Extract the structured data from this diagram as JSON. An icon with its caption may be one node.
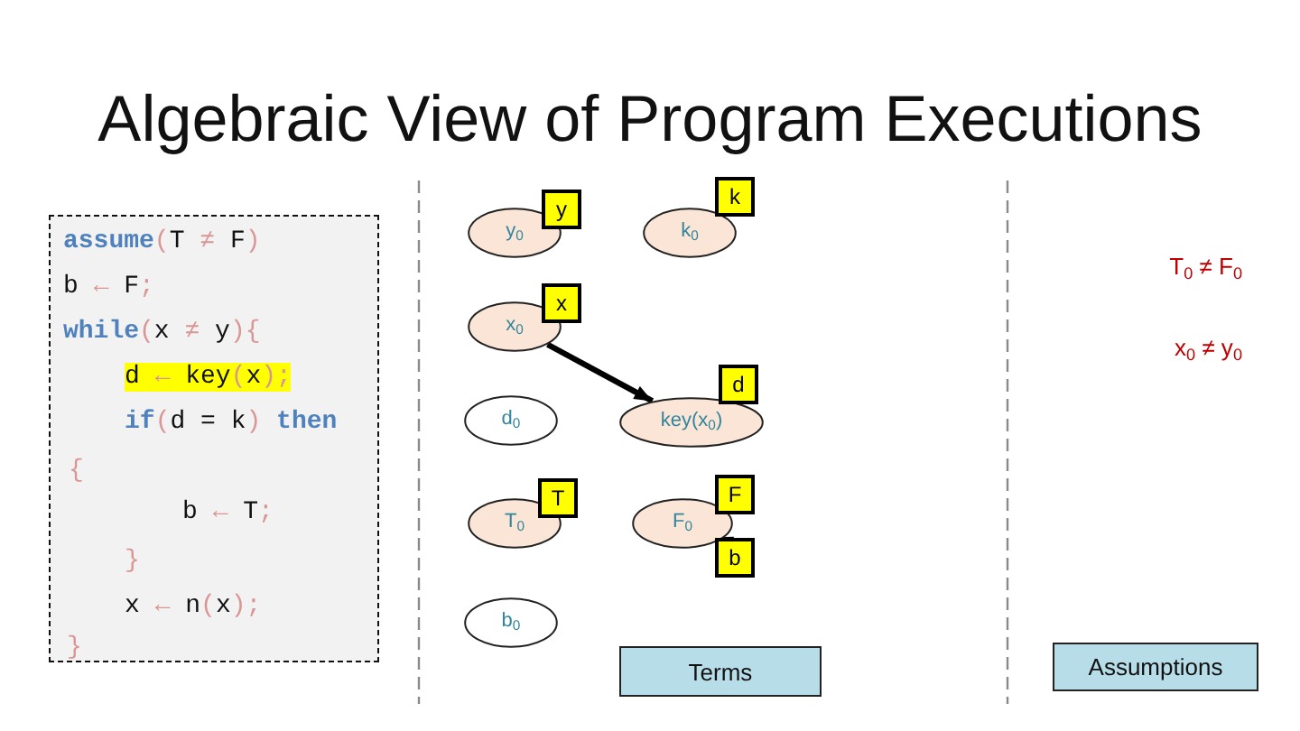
{
  "diagram": {
    "title": "Algebraic View of Program Executions",
    "nodes": [
      {
        "text": [
          "**assume**(T ≠ F)",
          "b ← F;",
          "**while**(x ≠ y){",
          "d ← key(x);",
          "**if**(d = k) **then**",
          "{",
          "b ← T;",
          "}",
          "x ← n(x);",
          "}"
        ]
      },
      {
        "text": [
          "y$_{0}$"
        ]
      },
      {
        "text": [
          "y"
        ]
      },
      {
        "text": [
          "k$_{0}$"
        ]
      },
      {
        "text": [
          "k"
        ]
      },
      {
        "text": [
          "x$_{0}$"
        ]
      },
      {
        "text": [
          "x"
        ]
      },
      {
        "text": [
          "d$_{0}$"
        ]
      },
      {
        "text": [
          "key(x$_{0}$)"
        ]
      },
      {
        "text": [
          "d"
        ]
      },
      {
        "text": [
          "T$_{0}$"
        ]
      },
      {
        "text": [
          "T"
        ]
      },
      {
        "text": [
          "F$_{0}$"
        ]
      },
      {
        "text": [
          "F"
        ]
      },
      {
        "text": [
          "b"
        ]
      },
      {
        "text": [
          "b$_{0}$"
        ]
      },
      {
        "text": [
          "Terms"
        ]
      },
      {
        "text": [
          "Assumptions"
        ]
      }
    ],
    "edges": [
      {
        "from": 5,
        "to": 8,
        "arrow": "to",
        "style": "thick"
      },
      {
        "from": 12,
        "to": 14,
        "arrow": "none"
      }
    ],
    "labels": [
      "T$_{0}$ ≠ F$_{0}$",
      "x$_{0}$ ≠ y$_{0}$"
    ]
  }
}
